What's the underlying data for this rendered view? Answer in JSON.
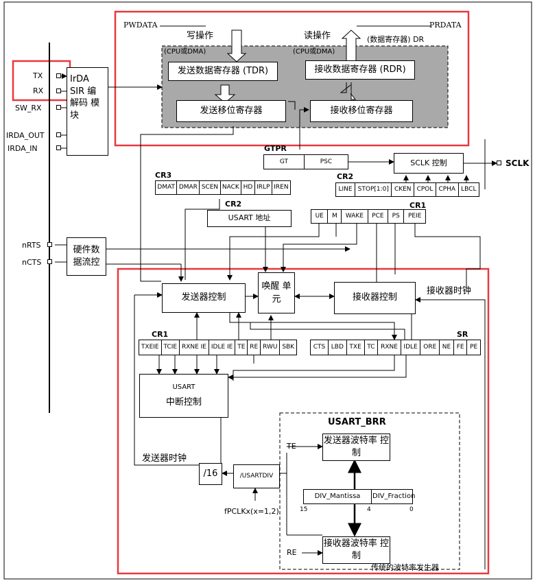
{
  "bus": {
    "pwdata": "PWDATA",
    "prdata": "PRDATA",
    "write_op": "写操作",
    "read_op": "读操作",
    "data_register": "(数据寄存器) DR",
    "cpu_dma_write": "(CPU或DMA)",
    "cpu_dma_read": "(CPU或DMA)"
  },
  "registers": {
    "tdr": "发送数据寄存器 (TDR)",
    "rdr": "接收数据寄存器 (RDR)",
    "tx_shift": "发送移位寄存器",
    "rx_shift": "接收移位寄存器"
  },
  "pins": {
    "tx": "TX",
    "rx": "RX",
    "sw_rx": "SW_RX",
    "irda_out": "IRDA_OUT",
    "irda_in": "IRDA_IN",
    "nrts": "nRTS",
    "ncts": "nCTS",
    "sclk": "SCLK"
  },
  "irda": "IrDA SIR 编解码 模块",
  "hw_flow": "硬件数 据流控",
  "gtpr": {
    "title": "GTPR",
    "gt": "GT",
    "psc": "PSC"
  },
  "sclk_ctrl": "SCLK 控制",
  "cr3": {
    "title": "CR3",
    "bits": [
      "DMAT",
      "DMAR",
      "SCEN",
      "NACK",
      "HD",
      "IRLP",
      "IREN"
    ]
  },
  "cr2_addr": {
    "title": "CR2",
    "label": "USART 地址"
  },
  "cr2": {
    "title": "CR2",
    "bits": [
      "LINE",
      "STOP[1:0]",
      "CKEN",
      "CPOL",
      "CPHA",
      "LBCL"
    ]
  },
  "cr1_top": {
    "title": "CR1",
    "bits": [
      "UE",
      "M",
      "WAKE",
      "PCE",
      "PS",
      "PEIE"
    ]
  },
  "tx_ctrl": "发送器控制",
  "wakeup": "唤醒 单元",
  "rx_ctrl": "接收器控制",
  "rx_clock": "接收器时钟",
  "tx_clock": "发送器时钟",
  "cr1_bottom": {
    "title": "CR1",
    "bits": [
      "TXEIE",
      "TCIE",
      "RXNE IE",
      "IDLE IE",
      "TE",
      "RE",
      "RWU",
      "SBK"
    ]
  },
  "sr": {
    "title": "SR",
    "bits": [
      "CTS",
      "LBD",
      "TXE",
      "TC",
      "RXNE",
      "IDLE",
      "ORE",
      "NE",
      "FE",
      "PE"
    ]
  },
  "irq": {
    "line1": "USART",
    "line2": "中断控制"
  },
  "brr": {
    "title": "USART_BRR",
    "te": "TE",
    "re": "RE",
    "tx_baud": "发送器波特率 控制",
    "rx_baud": "接收器波特率 控制",
    "mantissa": "DIV_Mantissa",
    "fraction": "DIV_Fraction",
    "bit15": "15",
    "bit4": "4",
    "bit0": "0",
    "footer": "传统的波特率发生器"
  },
  "div16": "/16",
  "usartdiv": "/USARTDIV",
  "fpclk": "fPCLKx(x=1,2)",
  "colors": {
    "highlight": "#e8383d",
    "shaded": "#a9a9a9",
    "line": "#000000"
  }
}
